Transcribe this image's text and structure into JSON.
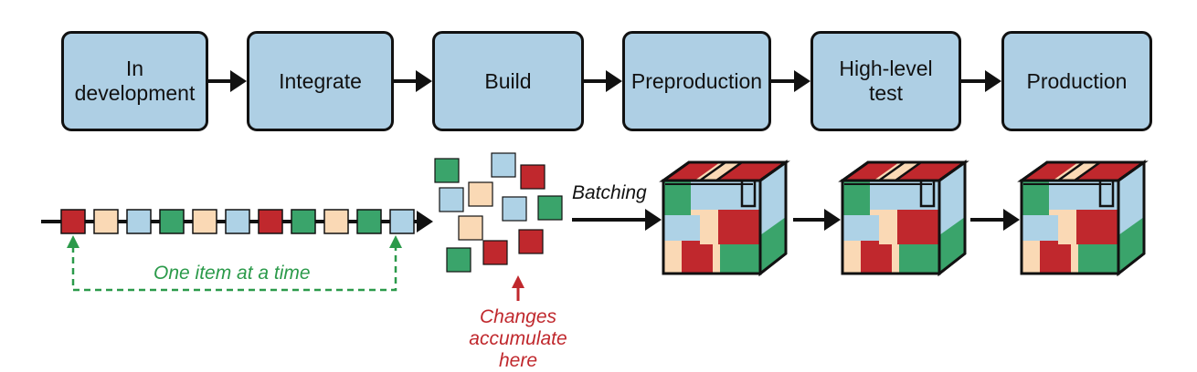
{
  "stages": [
    {
      "id": "in-development",
      "label": "In\ndevelopment"
    },
    {
      "id": "integrate",
      "label": "Integrate"
    },
    {
      "id": "build",
      "label": "Build"
    },
    {
      "id": "preproduction",
      "label": "Preproduction"
    },
    {
      "id": "high-level-test",
      "label": "High-level\ntest"
    },
    {
      "id": "production",
      "label": "Production"
    }
  ],
  "labels": {
    "one_item": "One item at a time",
    "batching": "Batching",
    "changes": "Changes\naccumulate here"
  },
  "colors": {
    "stage_fill": "#aecfe4",
    "red": "#c0282d",
    "peach": "#fad9b5",
    "blue": "#aed2e6",
    "green": "#3aa46b",
    "dashed_green": "#2b9a4a",
    "annotation_red": "#c0282d"
  },
  "item_sequence": [
    "red",
    "peach",
    "blue",
    "green",
    "peach",
    "blue",
    "red",
    "green",
    "peach",
    "green",
    "blue"
  ],
  "scattered_items": [
    "green",
    "blue",
    "red",
    "blue",
    "peach",
    "blue",
    "green",
    "peach",
    "red",
    "red",
    "green"
  ]
}
